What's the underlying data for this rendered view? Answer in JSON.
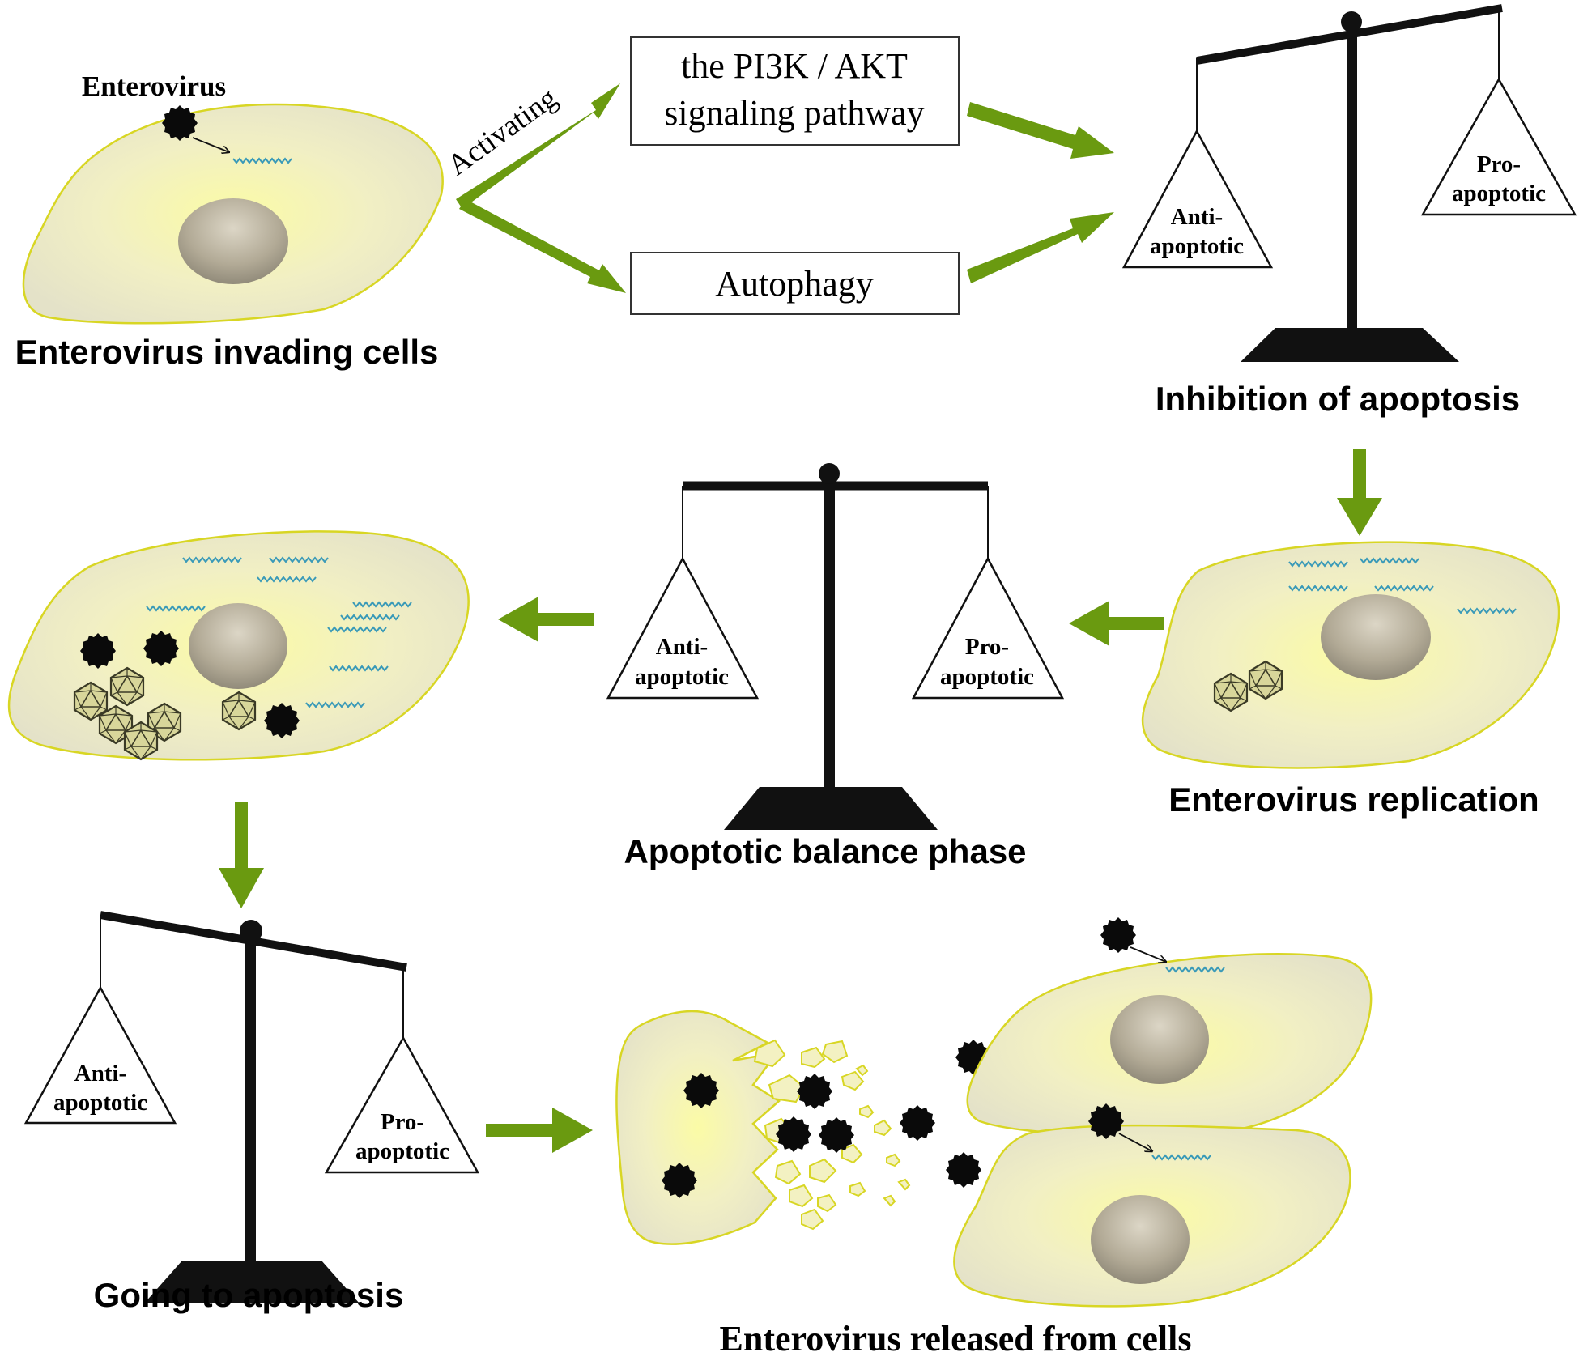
{
  "labels": {
    "enterovirus": "Enterovirus",
    "activating": "Activating",
    "pi3k_line1": "the PI3K / AKT",
    "pi3k_line2": "signaling pathway",
    "autophagy": "Autophagy",
    "invading_cells": "Enterovirus invading cells",
    "inhibition": "Inhibition of apoptosis",
    "replication": "Enterovirus replication",
    "balance_phase": "Apoptotic balance phase",
    "going_to_apoptosis": "Going to apoptosis",
    "released": "Enterovirus released from cells"
  },
  "pan_labels": {
    "anti_line1": "Anti-",
    "anti_line2": "apoptotic",
    "pro_line1": "Pro-",
    "pro_line2": "apoptotic"
  },
  "colors": {
    "arrow": "#6a9a10",
    "cell_fill": "#ece9c8",
    "cell_glow": "#f8f8a6",
    "cell_stroke": "#d8d624",
    "rna": "#3a9ab8",
    "virus": "#0a0a0a",
    "nucleus": "#b4ac98"
  }
}
